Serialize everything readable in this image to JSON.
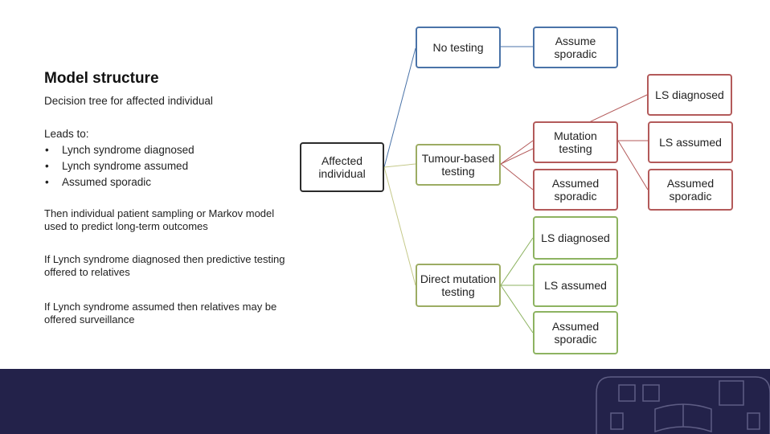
{
  "heading": {
    "title": "Model structure",
    "subtitle": "Decision tree for affected individual"
  },
  "leads": {
    "intro": "Leads to:",
    "bullet": "•",
    "items": [
      "Lynch syndrome diagnosed",
      "Lynch syndrome assumed",
      "Assumed sporadic"
    ]
  },
  "paragraphs": {
    "sampling": "Then individual patient sampling or Markov model used to predict long-term outcomes",
    "predictive": "If Lynch syndrome diagnosed then predictive testing offered to relatives",
    "surveillance": "If Lynch syndrome assumed then relatives may be offered surveillance"
  },
  "tree": {
    "root": "Affected individual",
    "no_testing": "No testing",
    "assume_sporadic": "Assume sporadic",
    "tumour_testing": "Tumour-based testing",
    "tumour_ls_diagnosed": "LS diagnosed",
    "mutation_testing": "Mutation testing",
    "tumour_assumed_sporadic": "Assumed sporadic",
    "mut_ls_assumed": "LS assumed",
    "mut_assumed_sporadic": "Assumed sporadic",
    "direct_testing": "Direct mutation testing",
    "direct_ls_diagnosed": "LS diagnosed",
    "direct_ls_assumed": "LS assumed",
    "direct_assumed_sporadic": "Assumed sporadic"
  },
  "colors": {
    "footer": "#23224a",
    "blue_link": "#4a73a8",
    "olive_link": "#c5c98a",
    "green_link": "#8db361",
    "red_link": "#b35a5a"
  }
}
